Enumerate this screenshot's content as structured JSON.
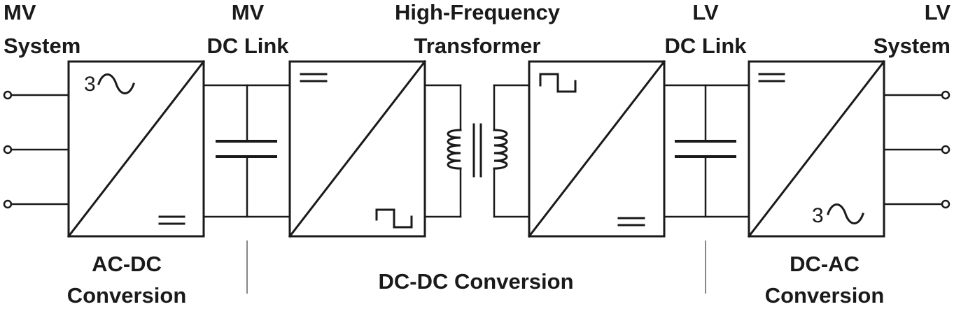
{
  "labels": {
    "mv_system_1": "MV",
    "mv_system_2": "System",
    "mv_dc_link_1": "MV",
    "mv_dc_link_2": "DC Link",
    "hf_transformer_1": "High-Frequency",
    "hf_transformer_2": "Transformer",
    "lv_dc_link_1": "LV",
    "lv_dc_link_2": "DC Link",
    "lv_system_1": "LV",
    "lv_system_2": "System",
    "ac_dc_1": "AC-DC",
    "ac_dc_2": "Conversion",
    "dc_dc": "DC-DC Conversion",
    "dc_ac_1": "DC-AC",
    "dc_ac_2": "Conversion"
  },
  "symbols": {
    "three_phase_in": "3",
    "three_phase_out": "3"
  }
}
